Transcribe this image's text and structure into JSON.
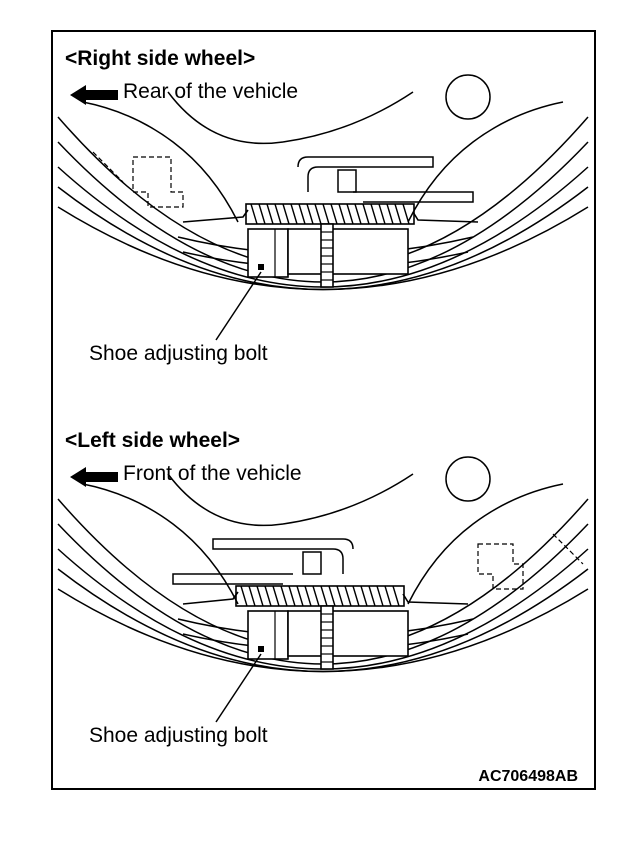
{
  "panels": [
    {
      "heading": "<Right side wheel>",
      "direction_label": "Rear of the vehicle",
      "callout_label": "Shoe adjusting bolt",
      "icons": [
        "arrow-left-icon"
      ]
    },
    {
      "heading": "<Left side wheel>",
      "direction_label": "Front of the vehicle",
      "callout_label": "Shoe adjusting bolt",
      "icons": [
        "arrow-left-icon"
      ]
    }
  ],
  "figure_code": "AC706498AB"
}
